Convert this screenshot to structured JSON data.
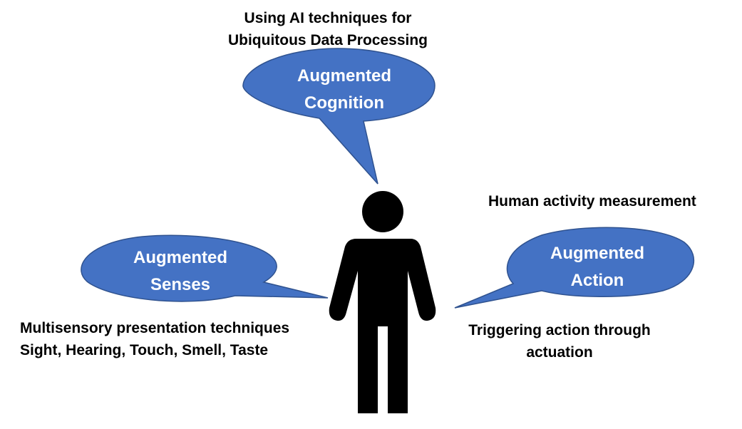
{
  "colors": {
    "bubble_fill": "#4472C4",
    "bubble_stroke": "#2F528F",
    "bubble_text": "#FFFFFF",
    "figure": "#000000",
    "caption": "#000000"
  },
  "icons": {
    "person": "person-silhouette-icon"
  },
  "bubbles": {
    "cognition": {
      "line1": "Augmented",
      "line2": "Cognition"
    },
    "senses": {
      "line1": "Augmented",
      "line2": "Senses"
    },
    "action": {
      "line1": "Augmented",
      "line2": "Action"
    }
  },
  "captions": {
    "cognition": {
      "line1": "Using AI techniques for",
      "line2": "Ubiquitous Data Processing"
    },
    "measurement": "Human activity measurement",
    "senses": {
      "line1": "Multisensory presentation techniques",
      "line2": "Sight, Hearing, Touch, Smell, Taste"
    },
    "action": {
      "line1": "Triggering action through",
      "line2": "actuation"
    }
  }
}
